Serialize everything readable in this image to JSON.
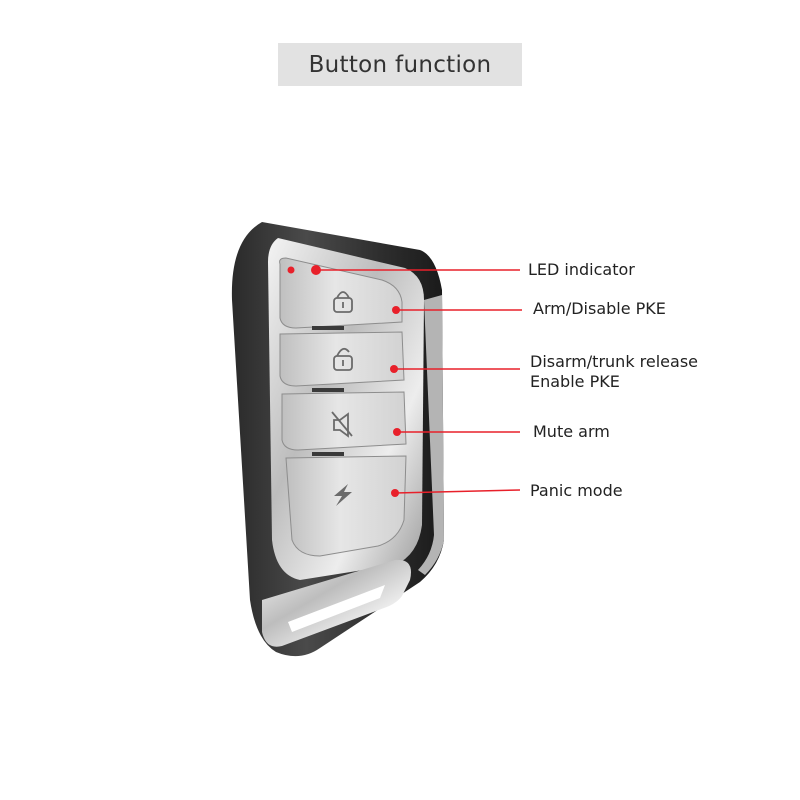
{
  "header": {
    "title": "Button function"
  },
  "callouts": {
    "led": {
      "label": "LED indicator"
    },
    "arm": {
      "label": "Arm/Disable PKE"
    },
    "disarm": {
      "line1": "Disarm/trunk release",
      "line2": "Enable PKE"
    },
    "mute": {
      "label": "Mute arm"
    },
    "panic": {
      "label": "Panic mode"
    }
  },
  "colors": {
    "accent": "#e8202a",
    "title_bg": "#e2e2e2",
    "text": "#222222"
  },
  "icons": [
    "lock-icon",
    "unlock-icon",
    "mute-icon",
    "lightning-icon"
  ]
}
